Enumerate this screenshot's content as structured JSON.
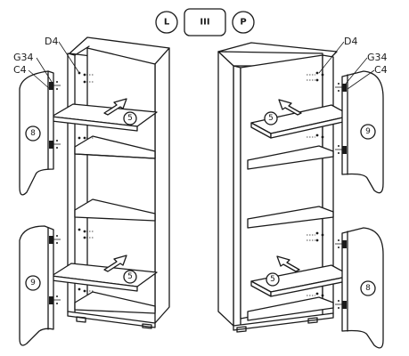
{
  "header": {
    "left_label": "L",
    "center_label": "III",
    "right_label": "P"
  },
  "left_view": {
    "hardware_labels": [
      "D4",
      "G34",
      "C4"
    ],
    "shelf_upper_number": "5",
    "shelf_lower_number": "5",
    "door_upper_number": "8",
    "door_lower_number": "9"
  },
  "right_view": {
    "hardware_labels": [
      "D4",
      "G34",
      "C4"
    ],
    "shelf_upper_number": "5",
    "shelf_lower_number": "5",
    "door_upper_number": "9",
    "door_lower_number": "8"
  }
}
